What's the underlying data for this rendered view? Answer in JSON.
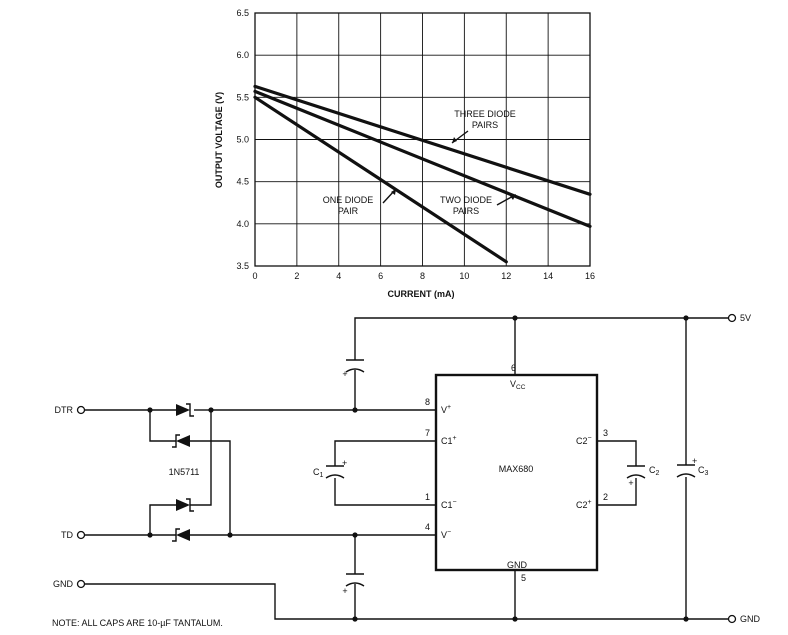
{
  "chart_data": {
    "type": "line",
    "title": "",
    "xlabel": "CURRENT (mA)",
    "ylabel": "OUTPUT VOLTAGE (V)",
    "xlim": [
      0,
      16
    ],
    "ylim": [
      3.5,
      6.5
    ],
    "x_ticks": [
      "0",
      "2",
      "4",
      "6",
      "8",
      "10",
      "12",
      "14",
      "16"
    ],
    "y_ticks": [
      "3.5",
      "4.0",
      "4.5",
      "5.0",
      "5.5",
      "6.0",
      "6.5"
    ],
    "grid": true,
    "series": [
      {
        "name": "ONE DIODE PAIR",
        "x": [
          0,
          12
        ],
        "y": [
          5.5,
          3.55
        ]
      },
      {
        "name": "TWO DIODE PAIRS",
        "x": [
          0,
          16
        ],
        "y": [
          5.57,
          3.97
        ]
      },
      {
        "name": "THREE DIODE PAIRS",
        "x": [
          0,
          16
        ],
        "y": [
          5.63,
          4.35
        ]
      }
    ],
    "annotations": {
      "one": [
        "ONE DIODE",
        "PAIR"
      ],
      "two": [
        "TWO DIODE",
        "PAIRS"
      ],
      "three": [
        "THREE DIODE",
        "PAIRS"
      ]
    }
  },
  "circuit": {
    "ic_name": "MAX680",
    "vcc": "V",
    "vcc_sub": "CC",
    "gnd_pin": "GND",
    "pins": {
      "vcc_num": "6",
      "gnd_num": "5",
      "vplus_num": "8",
      "vplus": "V",
      "vplus_sup": "+",
      "c1p_num": "7",
      "c1p": "C1",
      "c1p_sup": "+",
      "c1m_num": "1",
      "c1m": "C1",
      "c1m_sup": "−",
      "vminus_num": "4",
      "vminus": "V",
      "vminus_sup": "−",
      "c2m_num": "3",
      "c2m": "C2",
      "c2m_sup": "−",
      "c2p_num": "2",
      "c2p": "C2",
      "c2p_sup": "+"
    },
    "terminals": {
      "dtr": "DTR",
      "td": "TD",
      "gnd": "GND",
      "v5": "5V",
      "gnd_right": "GND"
    },
    "diode_part": "1N5711",
    "caps": {
      "c1": "C",
      "c1_sub": "1",
      "c2": "C",
      "c2_sub": "2",
      "c3": "C",
      "c3_sub": "3",
      "plus": "+"
    },
    "note": "NOTE: ALL CAPS ARE 10-µF TANTALUM."
  }
}
